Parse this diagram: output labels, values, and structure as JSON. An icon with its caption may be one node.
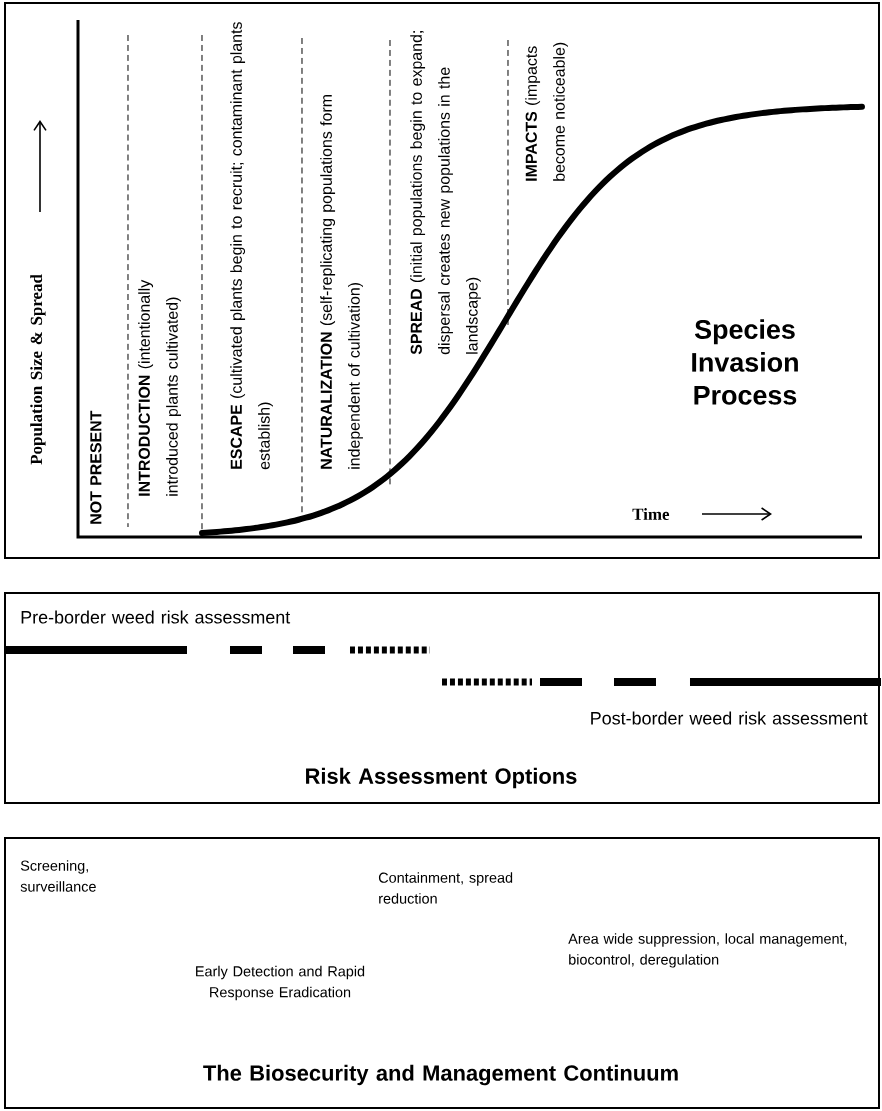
{
  "diagram": {
    "nodes": [
      {
        "text": [
          "Species Invasion Process"
        ]
      },
      {
        "text": [
          "Risk Assessment Options"
        ]
      },
      {
        "text": [
          "The Biosecurity and Management Continuum"
        ]
      }
    ],
    "labels": [
      "Population Size & Spread",
      "NOT PRESENT",
      "**INTRODUCTION** (intentionally introduced plants cultivated)",
      "**ESCAPE** (cultivated plants begin to recruit; contaminant plants establish)",
      "**NATURALIZATION** (self-replicating populations form independent of cultivation)",
      "**SPREAD** (initial populations begin to expand; dispersal creates new populations in the landscape)",
      "**IMPACTS** (impacts become noticeable)",
      "Time",
      "Pre-border weed risk assessment",
      "Post-border weed risk assessment",
      "Screening, surveillance",
      "Containment, spread reduction",
      "Area wide suppression, local management, biocontrol, deregulation",
      "Early Detection and Rapid Response Eradication"
    ]
  }
}
